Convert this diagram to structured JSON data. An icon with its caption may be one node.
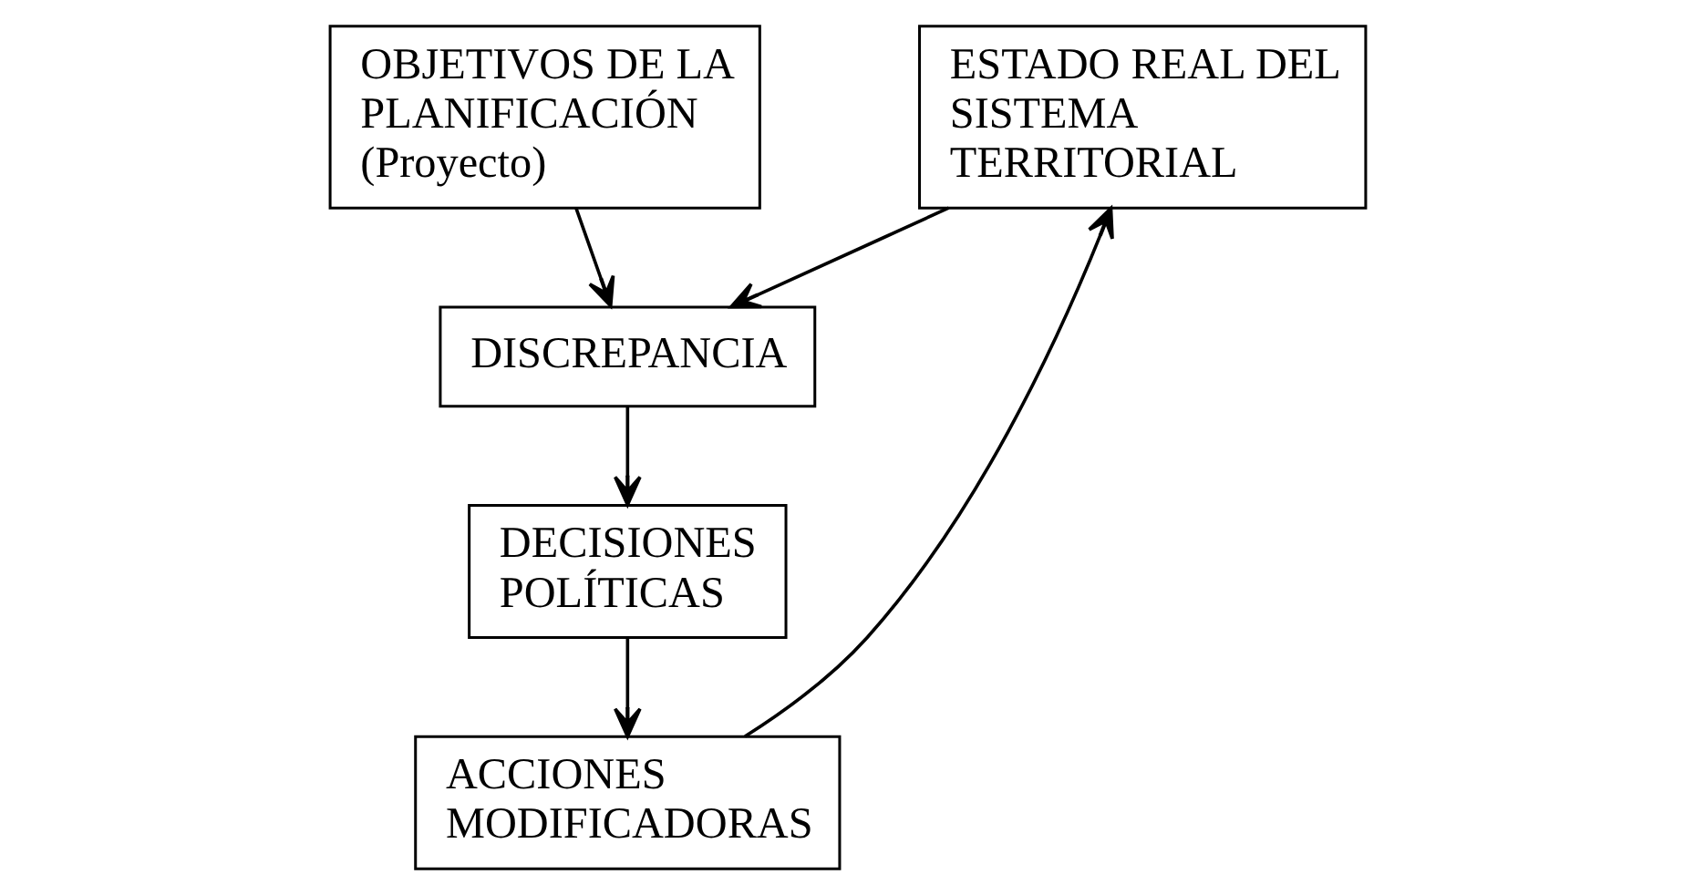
{
  "diagram": {
    "nodes": [
      {
        "text": [
          "OBJETIVOS DE LA PLANIFICACIÓN",
          "(Proyecto)"
        ]
      },
      {
        "text": [
          "ESTADO REAL DEL SISTEMA TERRITORIAL"
        ]
      },
      {
        "text": [
          "DISCREPANCIA"
        ]
      },
      {
        "text": [
          "DECISIONES POLÍTICAS"
        ]
      },
      {
        "text": [
          "ACCIONES MODIFICADORAS"
        ]
      }
    ],
    "edges": [
      {
        "from": 0,
        "to": 2,
        "arrow": "to"
      },
      {
        "from": 1,
        "to": 2,
        "arrow": "to"
      },
      {
        "from": 2,
        "to": 3,
        "arrow": "to"
      },
      {
        "from": 3,
        "to": 4,
        "arrow": "to"
      },
      {
        "from": 4,
        "to": 1,
        "arrow": "to"
      }
    ]
  }
}
